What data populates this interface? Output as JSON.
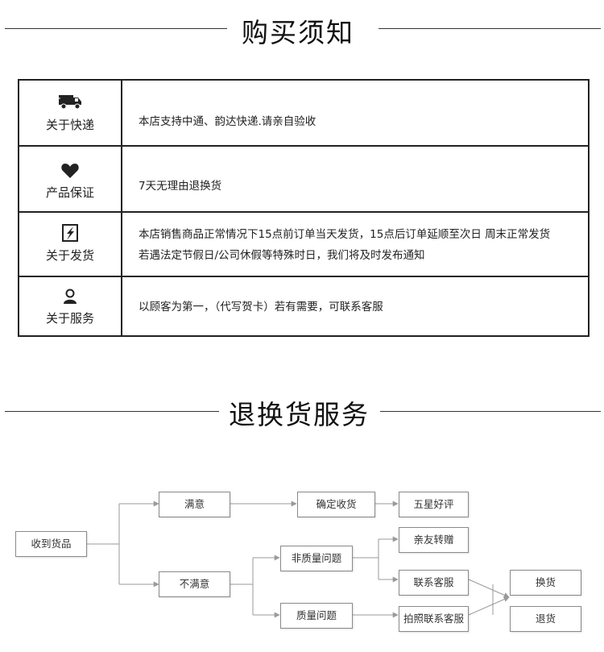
{
  "notice": {
    "title": "购买须知",
    "rows": [
      {
        "icon": "truck-icon",
        "label": "关于快递",
        "lines": [
          "本店支持中通、韵达快递.请亲自验收"
        ]
      },
      {
        "icon": "heart-icon",
        "label": "产品保证",
        "lines": [
          "7天无理由退换货"
        ]
      },
      {
        "icon": "lightning-icon",
        "label": "关于发货",
        "lines": [
          "本店销售商品正常情况下15点前订单当天发货，15点后订单延顺至次日  周末正常发货",
          "若遇法定节假日/公司休假等特殊时日，我们将及时发布通知"
        ]
      },
      {
        "icon": "person-icon",
        "label": "关于服务",
        "lines": [
          "以顾客为第一，（代写贺卡）若有需要，可联系客服"
        ]
      }
    ]
  },
  "returns": {
    "title": "退换货服务",
    "flow": {
      "received": "收到货品",
      "satisfied": "满意",
      "confirm_receipt": "确定收货",
      "five_star": "五星好评",
      "unsatisfied": "不满意",
      "non_quality": "非质量问题",
      "gift_to_friends": "亲友转赠",
      "contact_service": "联系客服",
      "quality_issue": "质量问题",
      "photo_contact_service": "拍照联系客服",
      "exchange": "换货",
      "refund": "退货"
    }
  }
}
